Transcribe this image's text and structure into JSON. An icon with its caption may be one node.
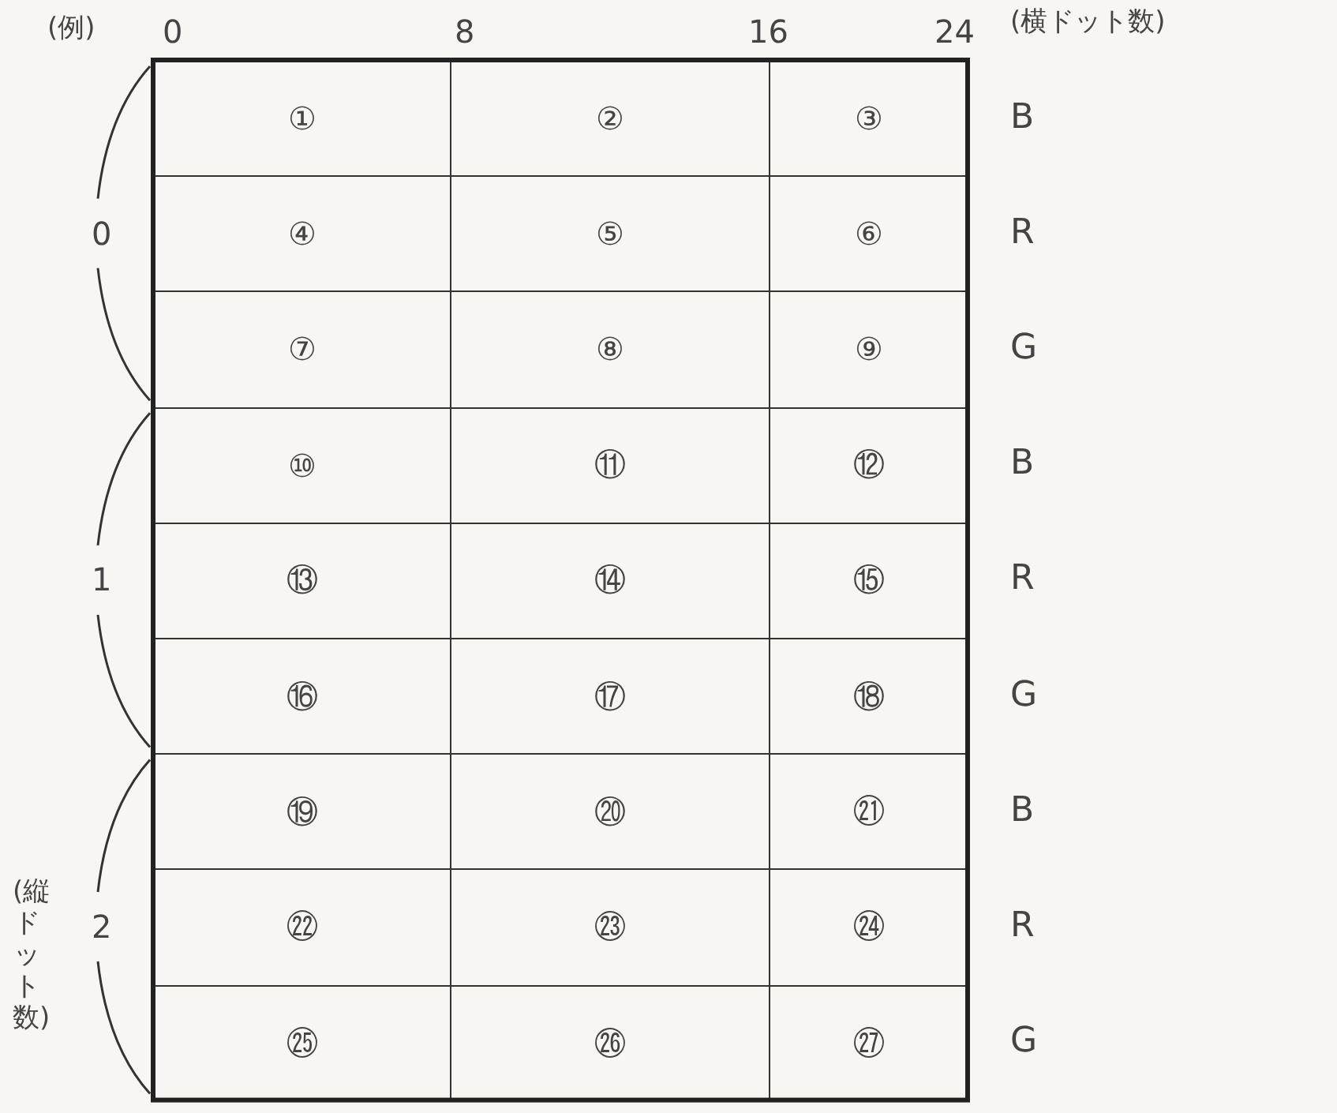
{
  "diagram": {
    "labels": [
      "(例)",
      "0",
      "8",
      "16",
      "24",
      "(横ドット数)",
      "0",
      "①",
      "②",
      "③",
      "B",
      "④",
      "⑤",
      "⑥",
      "R",
      "⑦",
      "⑧",
      "⑨",
      "G",
      "1",
      "⑩",
      "⑪",
      "⑫",
      "B",
      "⑬",
      "⑭",
      "⑮",
      "R",
      "⑯",
      "⑰",
      "⑱",
      "G",
      "2",
      "⑲",
      "⑳",
      "㉑",
      "B",
      "㉒",
      "㉓",
      "㉔",
      "R",
      "㉕",
      "㉖",
      "㉗",
      "G",
      "(縦ドット数)"
    ]
  }
}
